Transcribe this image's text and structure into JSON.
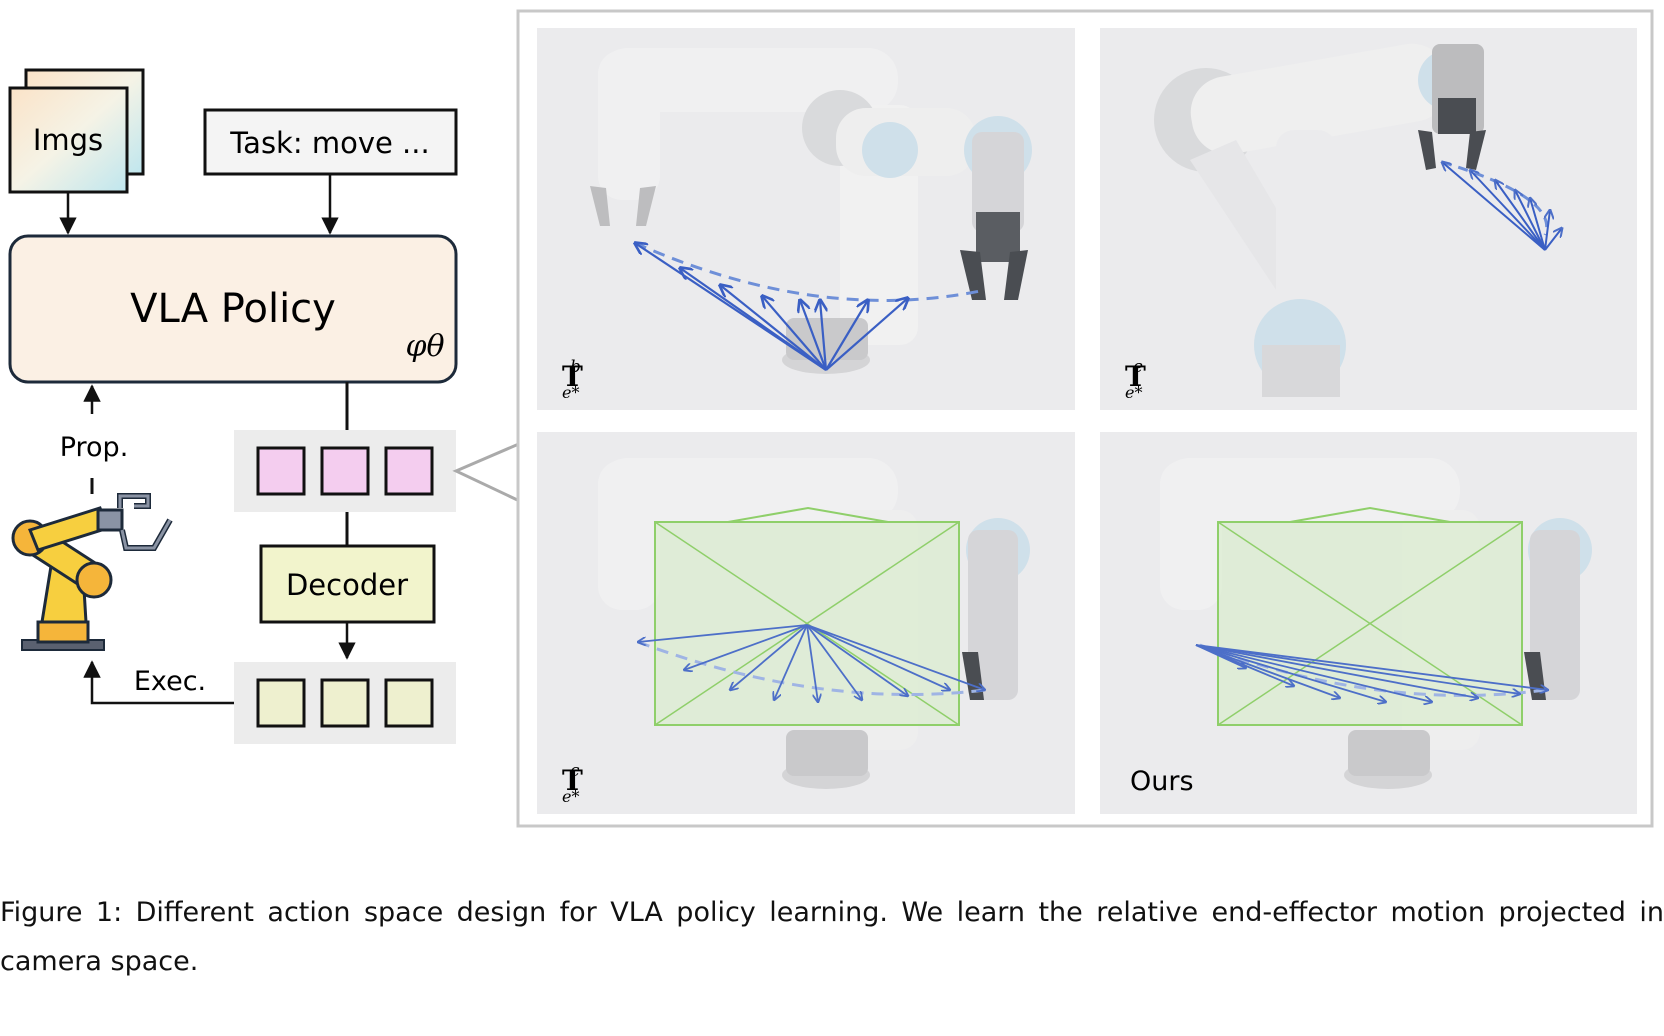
{
  "left_diagram": {
    "imgs_label": "Imgs",
    "task_label": "Task: move ...",
    "policy_label": "VLA Policy",
    "policy_param": "φθ",
    "prop_label": "Prop.",
    "decoder_label": "Decoder",
    "exec_label": "Exec."
  },
  "panels": [
    {
      "label_kind": "math",
      "base": "T",
      "sup": "b",
      "sub": "e*"
    },
    {
      "label_kind": "math",
      "base": "T",
      "sup": "e",
      "sub": "e*"
    },
    {
      "label_kind": "math",
      "base": "T",
      "sup": "c",
      "sub": "e*"
    },
    {
      "label_kind": "text",
      "text": "Ours"
    }
  ],
  "caption": {
    "line1": "Figure 1: Different action space design for VLA policy learning. We learn the relative end-effector motion projected in",
    "line2": "camera space."
  },
  "colors": {
    "arrow_blue": "#3a5fc4",
    "frustum_green": "#8fcf6a",
    "panel_bg": "#ebebed",
    "token_pink": "#f4cdef",
    "token_yellow": "#eef0cf",
    "policy_fill": "#fbf0e4",
    "decoder_fill": "#f2f4cc"
  }
}
